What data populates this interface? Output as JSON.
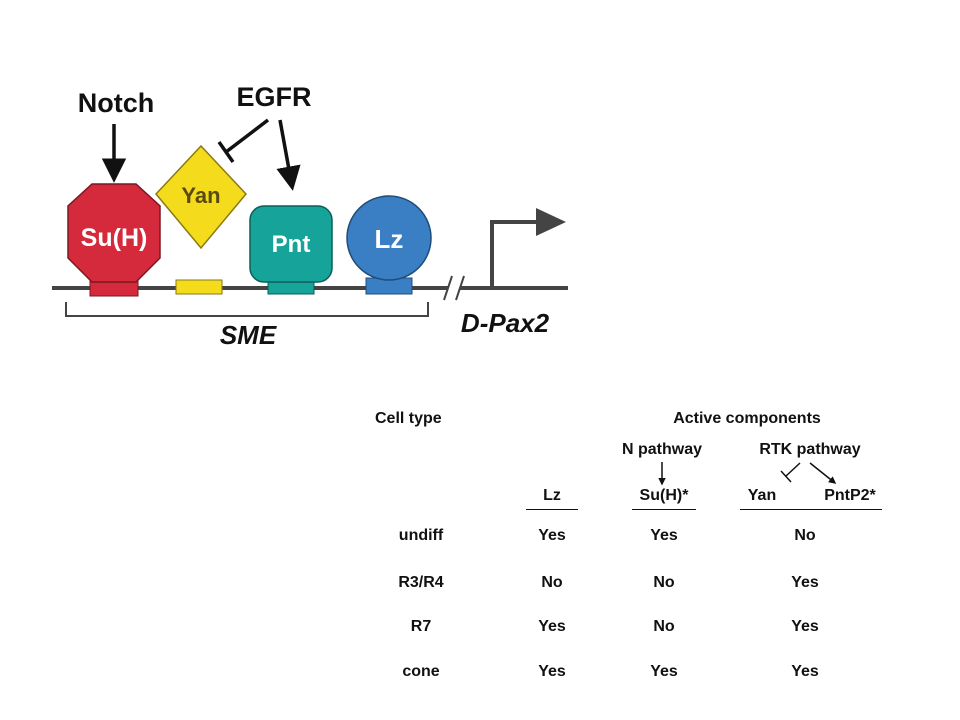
{
  "diagram": {
    "signals": {
      "notch": "Notch",
      "egfr": "EGFR"
    },
    "factors": {
      "suh": "Su(H)",
      "yan": "Yan",
      "pnt": "Pnt",
      "lz": "Lz"
    },
    "enhancer_label": "SME",
    "gene_label": "D-Pax2",
    "colors": {
      "suh": "#d42a3c",
      "yan": "#f4dc1c",
      "pnt": "#16a39a",
      "lz": "#3a7ec4",
      "dna": "#444444"
    }
  },
  "table": {
    "cell_type_header": "Cell type",
    "active_header": "Active components",
    "n_pathway": "N pathway",
    "rtk_pathway": "RTK pathway",
    "col_lz": "Lz",
    "col_suh": "Su(H)*",
    "col_yan": "Yan",
    "col_pntp2": "PntP2*",
    "rows": [
      {
        "cell": "undiff",
        "lz": "Yes",
        "suh": "Yes",
        "rtk": "No"
      },
      {
        "cell": "R3/R4",
        "lz": "No",
        "suh": "No",
        "rtk": "Yes"
      },
      {
        "cell": "R7",
        "lz": "Yes",
        "suh": "No",
        "rtk": "Yes"
      },
      {
        "cell": "cone",
        "lz": "Yes",
        "suh": "Yes",
        "rtk": "Yes"
      }
    ]
  }
}
